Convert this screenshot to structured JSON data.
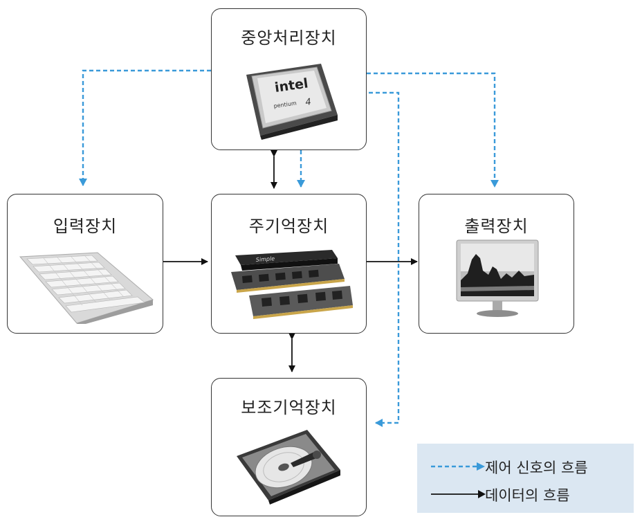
{
  "nodes": {
    "cpu": {
      "label": "중앙처리장치",
      "chip_brand": "intel",
      "chip_model": "pentium",
      "chip_number": "4"
    },
    "input": {
      "label": "입력장치"
    },
    "memory": {
      "label": "주기억장치",
      "ram_brand": "Simple"
    },
    "output": {
      "label": "출력장치"
    },
    "storage": {
      "label": "보조기억장치"
    }
  },
  "legend": {
    "control": "제어 신호의 흐름",
    "data": "데이터의 흐름"
  },
  "colors": {
    "control_arrow": "#3a9ad9",
    "data_arrow": "#111111",
    "border": "#333333",
    "legend_bg": "#dbe7f2"
  }
}
